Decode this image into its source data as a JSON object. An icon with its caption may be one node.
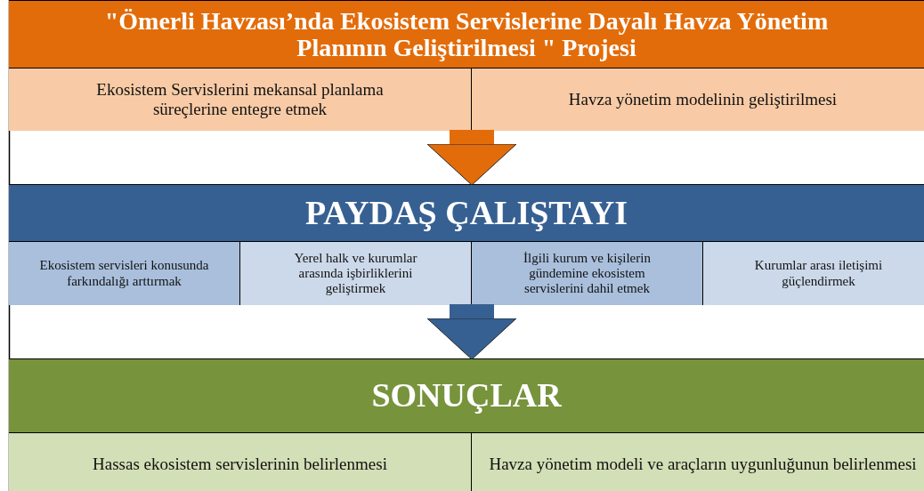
{
  "diagram": {
    "nodes": [
      {
        "text": [
          "\"Ömerli Havzası’nda Ekosistem Servislerine Dayalı Havza Yönetim Planının Geliştirilmesi \" Projesi"
        ]
      },
      {
        "text": [
          "Ekosistem Servislerini mekansal planlama süreçlerine entegre etmek"
        ],
        "in": 0
      },
      {
        "text": [
          "Havza yönetim modelinin geliştirilmesi"
        ],
        "in": 0
      },
      {
        "text": [
          "PAYDAŞ ÇALIŞTAYI"
        ]
      },
      {
        "text": [
          "Ekosistem servisleri konusunda farkındalığı arttırmak"
        ],
        "in": 3
      },
      {
        "text": [
          "Yerel halk ve kurumlar arasında işbirliklerini geliştirmek"
        ],
        "in": 3
      },
      {
        "text": [
          "İlgili kurum ve kişilerin gündemine ekosistem servislerini dahil etmek"
        ],
        "in": 3
      },
      {
        "text": [
          "Kurumlar arası iletişimi güçlendirmek"
        ],
        "in": 3
      },
      {
        "text": [
          "SONUÇLAR"
        ]
      },
      {
        "text": [
          "Hassas ekosistem servislerinin belirlenmesi"
        ],
        "in": 8
      },
      {
        "text": [
          "Havza yönetim modeli ve araçların uygunluğunun belirlenmesi"
        ],
        "in": 8
      }
    ],
    "edges": [
      {
        "from": 0,
        "to": 3,
        "arrow": "to",
        "color": "#e36c0a"
      },
      {
        "from": 3,
        "to": 8,
        "arrow": "to",
        "color": "#376092"
      }
    ]
  }
}
